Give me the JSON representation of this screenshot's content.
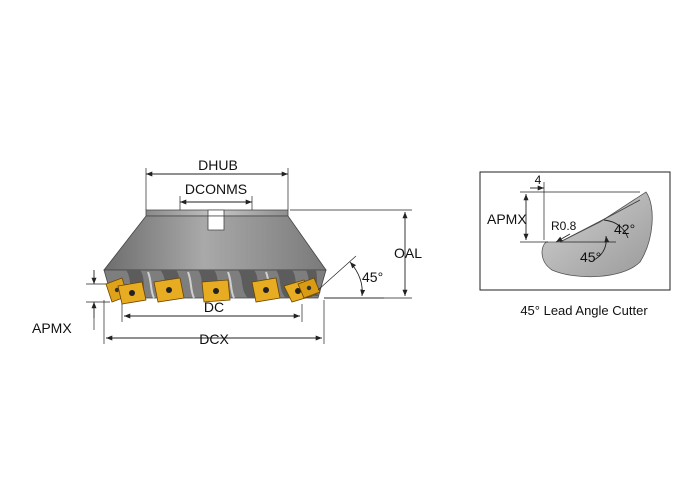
{
  "cutter_drawing": {
    "dimension_labels": {
      "dhub": "DHUB",
      "dconms": "DCONMS",
      "oal": "OAL",
      "angle": "45°",
      "dc": "DC",
      "apmx": "APMX",
      "dcx": "DCX"
    }
  },
  "detail_view": {
    "labels": {
      "depth": "4",
      "apmx": "APMX",
      "corner_radius": "R0.8",
      "insert_angle": "42°",
      "lead_angle": "45°"
    },
    "caption": "45° Lead Angle Cutter"
  },
  "colors": {
    "body_gray": "#8a8a8a",
    "body_light": "#b7b7b7",
    "body_dark": "#5e5e5e",
    "insert_gold": "#e0a21a",
    "insert_dark": "#8a5a00",
    "line": "#222222"
  }
}
